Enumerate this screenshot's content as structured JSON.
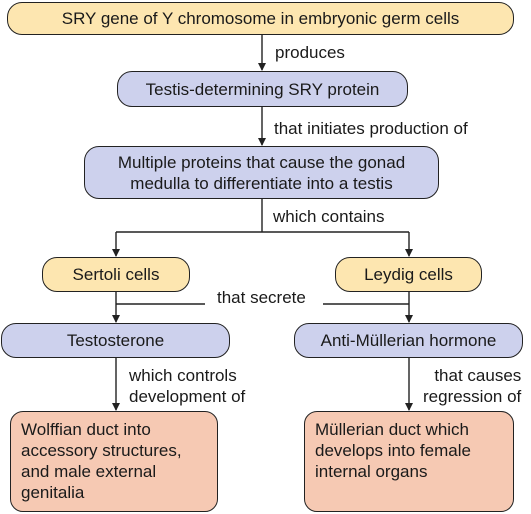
{
  "nodes": {
    "sry_gene": "SRY gene of Y chromosome in embryonic germ cells",
    "sry_protein": "Testis-determining SRY protein",
    "multiple_proteins": "Multiple proteins that cause the gonad\nmedulla to differentiate into a testis",
    "sertoli": "Sertoli cells",
    "leydig": "Leydig cells",
    "testosterone": "Testosterone",
    "amh": "Anti-Müllerian hormone",
    "wolffian": "Wolffian duct into\naccessory structures,\nand male external\ngenitalia",
    "mullerian": "Müllerian duct which\ndevelops into female\ninternal organs"
  },
  "labels": {
    "produces": "produces",
    "initiates": "that initiates production of",
    "contains": "which contains",
    "secrete": "that secrete",
    "controls": "which controls\ndevelopment of",
    "regression": "that causes\nregression of"
  },
  "colors": {
    "yellow_fill": "#fde6b0",
    "blue_fill": "#cdd1ed",
    "pink_fill": "#f6c9b3",
    "line": "#222222"
  }
}
